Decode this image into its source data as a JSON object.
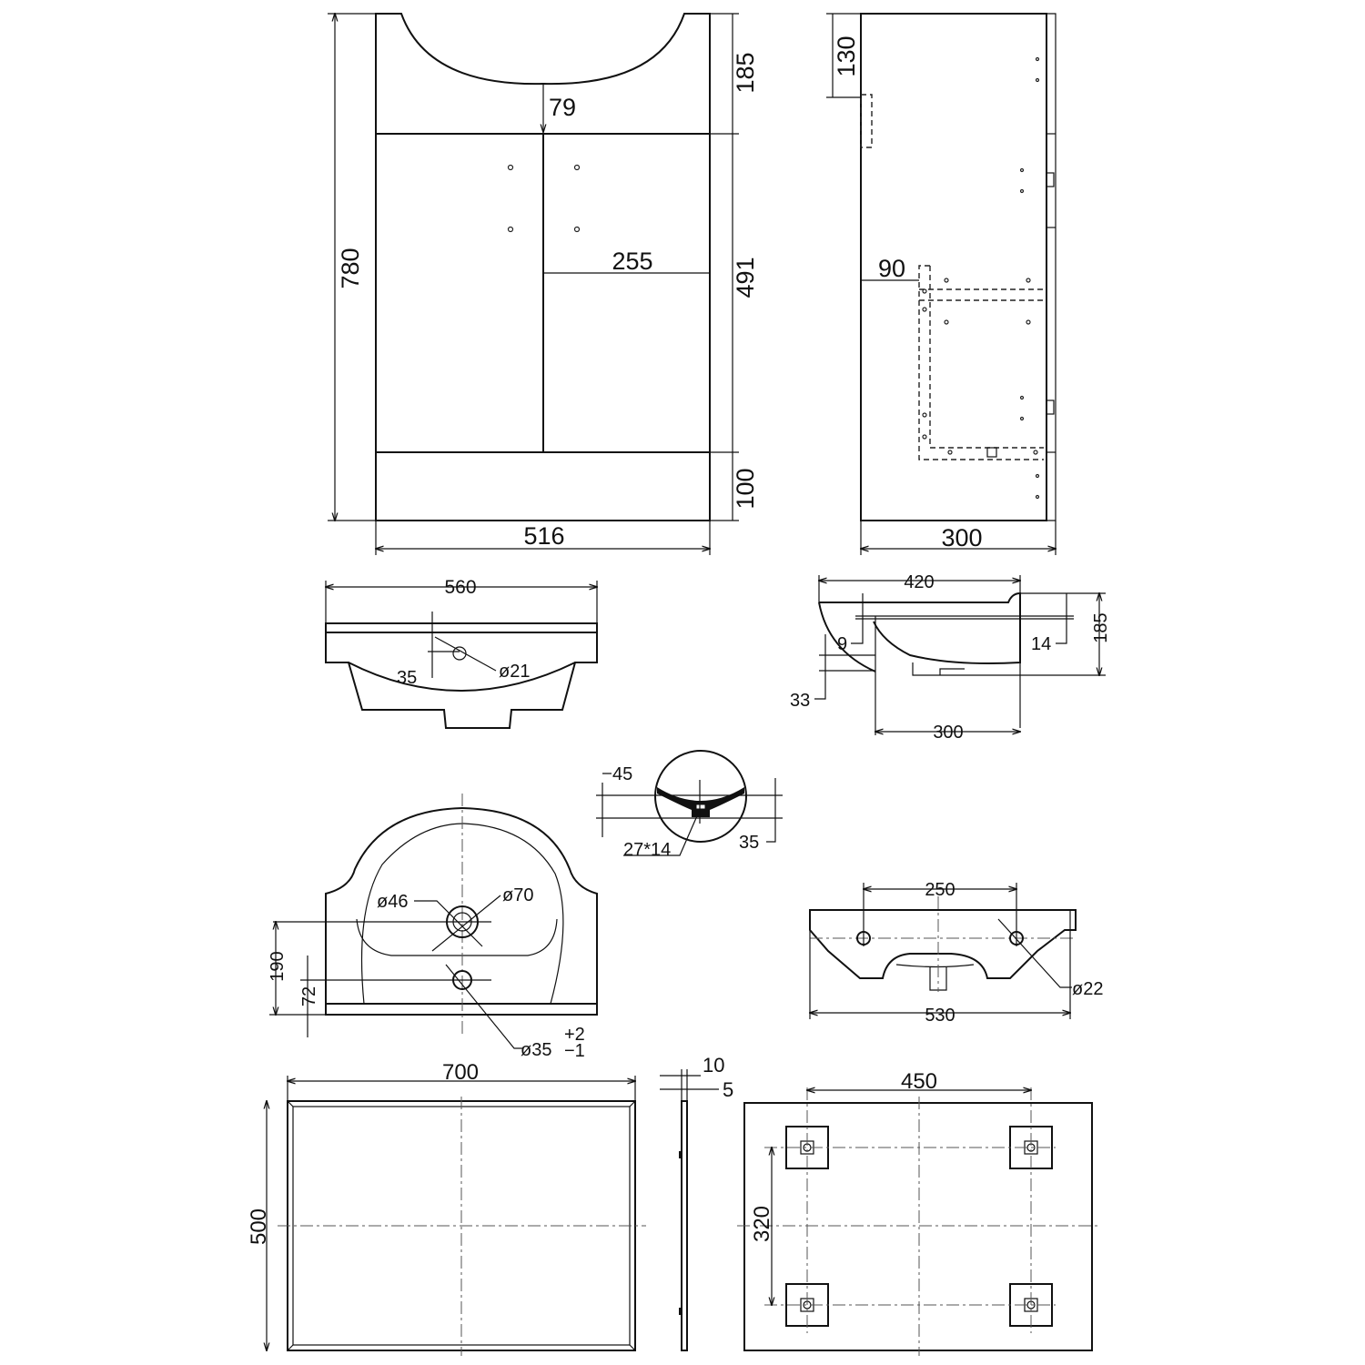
{
  "drawing": {
    "cabinet_front": {
      "height": "780",
      "width": "516",
      "top_section": "185",
      "door_section": "491",
      "plinth": "100",
      "basin_depth": "79",
      "door_width": "255"
    },
    "cabinet_side": {
      "depth": "300",
      "top_offset": "130",
      "bracket_offset": "90"
    },
    "basin_front": {
      "width": "560",
      "tap_offset": "35",
      "tap_hole": "ø21"
    },
    "basin_side": {
      "depth": "420",
      "rim": "9",
      "lip": "14",
      "height": "185",
      "overhang": "33",
      "inner_depth": "300"
    },
    "overflow_detail": {
      "top": "45",
      "slot": "27*14",
      "bottom": "35"
    },
    "basin_top": {
      "waste_hole": "ø46",
      "waste_outer": "ø70",
      "waste_offset": "190",
      "tap_offset": "72",
      "tap_hole": "ø35",
      "tol_plus": "+2",
      "tol_minus": "−1"
    },
    "basin_back": {
      "fixing_centres": "250",
      "width": "530",
      "fixing_hole": "ø22"
    },
    "mirror_front": {
      "width": "700",
      "height": "500"
    },
    "mirror_side": {
      "thickness": "10",
      "glass": "5"
    },
    "mirror_back": {
      "pad_centres_h": "450",
      "pad_centres_v": "320"
    }
  }
}
